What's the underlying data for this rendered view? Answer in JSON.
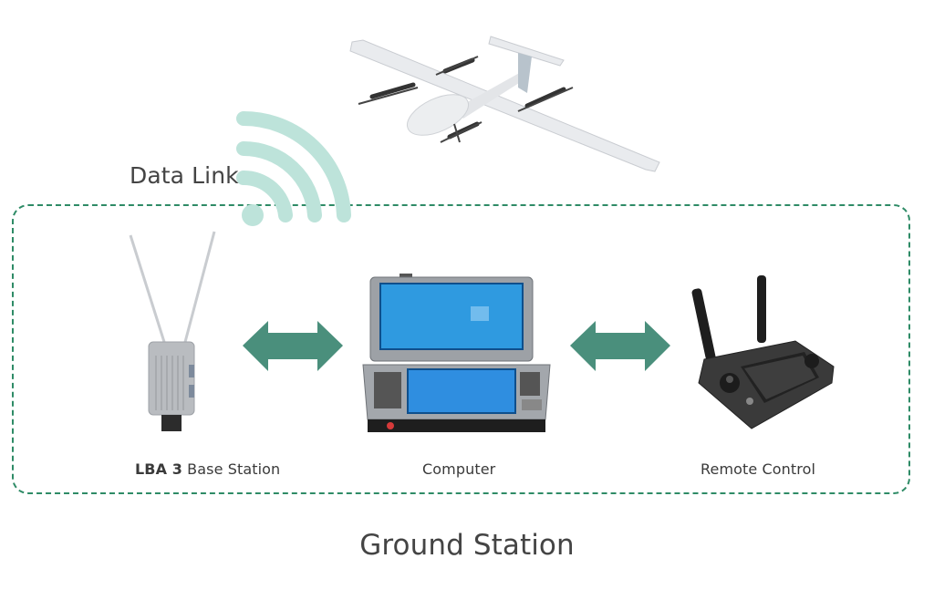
{
  "diagram": {
    "title": "Ground Station",
    "data_link_label": "Data Link",
    "colors": {
      "accent_green": "#2e8b66",
      "arrow_fill": "#4a8f7c",
      "wifi_fill": "#bde3da",
      "text": "#3d3d3d"
    },
    "aircraft": {
      "name": "VTOL fixed-wing drone",
      "icon": "drone-icon"
    },
    "wireless_icon": "wifi-signal-icon",
    "ground_station_group": {
      "border_style": "dashed",
      "components": [
        {
          "id": "base-station",
          "label_bold": "LBA 3",
          "label_rest": "Base Station",
          "icon": "base-station-icon"
        },
        {
          "id": "computer",
          "label": "Computer",
          "icon": "rugged-laptop-icon"
        },
        {
          "id": "remote-control",
          "label": "Remote Control",
          "icon": "remote-controller-icon"
        }
      ],
      "connections": [
        {
          "from": "base-station",
          "to": "computer",
          "type": "bidirectional"
        },
        {
          "from": "computer",
          "to": "remote-control",
          "type": "bidirectional"
        }
      ]
    }
  }
}
